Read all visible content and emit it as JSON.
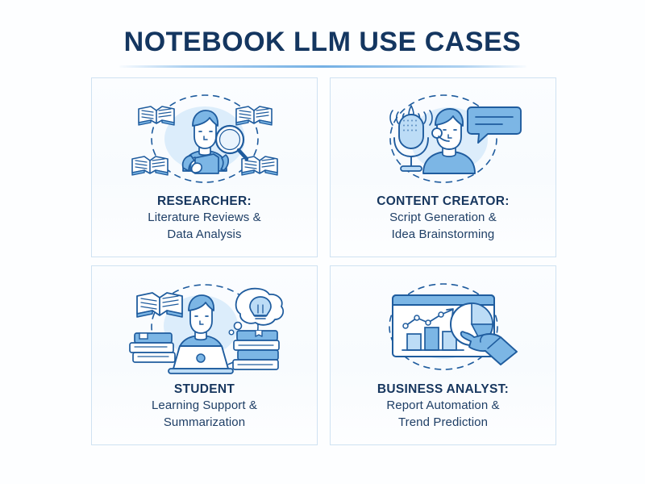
{
  "header": {
    "title": "NOTEBOOK LLM USE CASES"
  },
  "colors": {
    "title_navy": "#143660",
    "accent_blue": "#74b0e4",
    "card_border": "#cfe2f2",
    "card_background": "#fbfdff",
    "icon_outline": "#1f5c9e",
    "icon_fill_mid": "#7cb6e5",
    "icon_fill_light": "#bcdcf6",
    "icon_halo": "#dcedfb",
    "page_background": "#fdfeff"
  },
  "cards": [
    {
      "icon": "researcher-icon",
      "icon_elements": [
        "person-with-magnifier",
        "open-book-top-left",
        "open-book-top-right",
        "open-book-bottom-left",
        "open-book-bottom-right",
        "dashed-circle",
        "magnifying-glass",
        "closed-book"
      ],
      "role": "RESEARCHER:",
      "desc_line1": "Literature Reviews &",
      "desc_line2": "Data Analysis"
    },
    {
      "icon": "content-creator-icon",
      "icon_elements": [
        "microphone",
        "sound-waves",
        "person-with-headset",
        "speech-bubble",
        "dashed-circle"
      ],
      "role": "CONTENT CREATOR:",
      "desc_line1": "Script Generation &",
      "desc_line2": "Idea Brainstorming"
    },
    {
      "icon": "student-icon",
      "icon_elements": [
        "person-at-laptop",
        "laptop",
        "open-book",
        "book-stack-left",
        "book-stack-right",
        "thought-bubble",
        "lightbulb",
        "dashed-circle"
      ],
      "role": "STUDENT",
      "desc_line1": "Learning Support &",
      "desc_line2": "Summarization"
    },
    {
      "icon": "business-analyst-icon",
      "icon_elements": [
        "dashboard-window",
        "bar-chart",
        "trend-line-arrow",
        "pie-chart",
        "pointing-hand",
        "dashed-circle"
      ],
      "role": "BUSINESS ANALYST:",
      "desc_line1": "Report Automation &",
      "desc_line2": "Trend Prediction"
    }
  ]
}
